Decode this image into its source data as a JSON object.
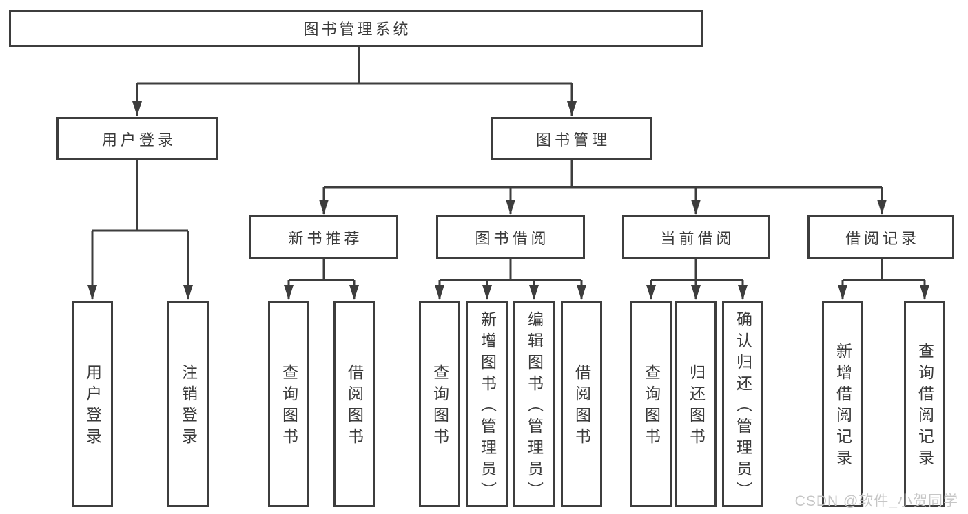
{
  "tree": {
    "root": {
      "label": "图书管理系统"
    },
    "branches": [
      {
        "label": "用户登录",
        "children": [
          {
            "label": "用户登录"
          },
          {
            "label": "注销登录"
          }
        ]
      },
      {
        "label": "图书管理",
        "children": [
          {
            "label": "新书推荐",
            "children": [
              {
                "label": "查询图书"
              },
              {
                "label": "借阅图书"
              }
            ]
          },
          {
            "label": "图书借阅",
            "children": [
              {
                "label": "查询图书"
              },
              {
                "label": "新增图书（管理员）"
              },
              {
                "label": "编辑图书（管理员）"
              },
              {
                "label": "借阅图书"
              }
            ]
          },
          {
            "label": "当前借阅",
            "children": [
              {
                "label": "查询图书"
              },
              {
                "label": "归还图书"
              },
              {
                "label": "确认归还（管理员）"
              }
            ]
          },
          {
            "label": "借阅记录",
            "children": [
              {
                "label": "新增借阅记录"
              },
              {
                "label": "查询借阅记录"
              }
            ]
          }
        ]
      }
    ]
  },
  "watermark": {
    "text": "CSDN @软件_小贺同学"
  },
  "colors": {
    "line": "#3d3d3d",
    "text": "#3a3a3a",
    "watermark": "#c6c6c6",
    "background": "#ffffff"
  }
}
